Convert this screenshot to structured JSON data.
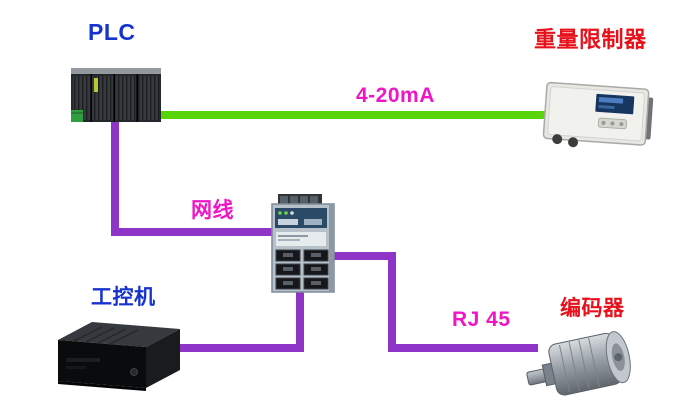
{
  "diagram": {
    "nodes": {
      "plc": {
        "label": "PLC"
      },
      "weight_limiter": {
        "label": "重量限制器"
      },
      "industrial_pc": {
        "label": "工控机"
      },
      "encoder": {
        "label": "编码器"
      }
    },
    "edges": {
      "plc_to_weight_limiter": {
        "label": "4-20mA",
        "line": "green"
      },
      "plc_to_switch": {
        "label": "网线",
        "line": "purple"
      },
      "switch_to_encoder": {
        "label": "RJ 45",
        "line": "purple"
      },
      "switch_to_industrial_pc": {
        "line": "purple"
      }
    }
  },
  "colors": {
    "background": "#ffffff",
    "label_blue": "#1733cf",
    "label_red": "#e8101a",
    "label_magenta": "#f016c6",
    "line_green": "#58d40a",
    "line_purple": "#8e35c8"
  }
}
